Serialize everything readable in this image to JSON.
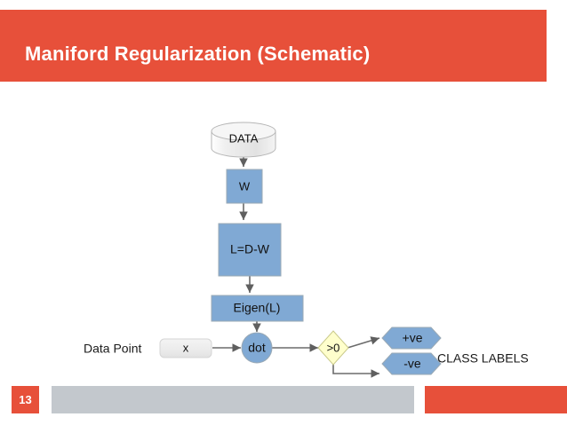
{
  "slide": {
    "title": "Maniford Regularization (Schematic)",
    "page_number": "13",
    "accent_color": "#e7503a",
    "footer_bar_color": "#c3c8cd"
  },
  "diagram": {
    "type": "flowchart",
    "node_fill_blue": "#80a9d4",
    "node_fill_yellow": "#ffffcc",
    "node_fill_gray": "#e8e8e8",
    "nodes": [
      {
        "id": "data",
        "label": "DATA",
        "shape": "cylinder"
      },
      {
        "id": "w",
        "label": "W",
        "shape": "rect"
      },
      {
        "id": "l",
        "label": "L=D-W",
        "shape": "rect"
      },
      {
        "id": "eigen",
        "label": "Eigen(L)",
        "shape": "rect"
      },
      {
        "id": "x",
        "label": "x",
        "shape": "rounded-rect"
      },
      {
        "id": "dot",
        "label": "dot",
        "shape": "circle"
      },
      {
        "id": "gt0",
        "label": ">0",
        "shape": "diamond"
      },
      {
        "id": "pos",
        "label": "+ve",
        "shape": "hexagon"
      },
      {
        "id": "neg",
        "label": "-ve",
        "shape": "hexagon"
      }
    ],
    "annotations": [
      {
        "id": "data-point-label",
        "text": "Data Point"
      },
      {
        "id": "class-labels-text",
        "text": "CLASS LABELS"
      }
    ],
    "edges": [
      {
        "from": "data",
        "to": "w"
      },
      {
        "from": "w",
        "to": "l"
      },
      {
        "from": "l",
        "to": "eigen"
      },
      {
        "from": "eigen",
        "to": "dot"
      },
      {
        "from": "x",
        "to": "dot"
      },
      {
        "from": "dot",
        "to": "gt0"
      },
      {
        "from": "gt0",
        "to": "pos"
      },
      {
        "from": "gt0",
        "to": "neg"
      }
    ]
  }
}
